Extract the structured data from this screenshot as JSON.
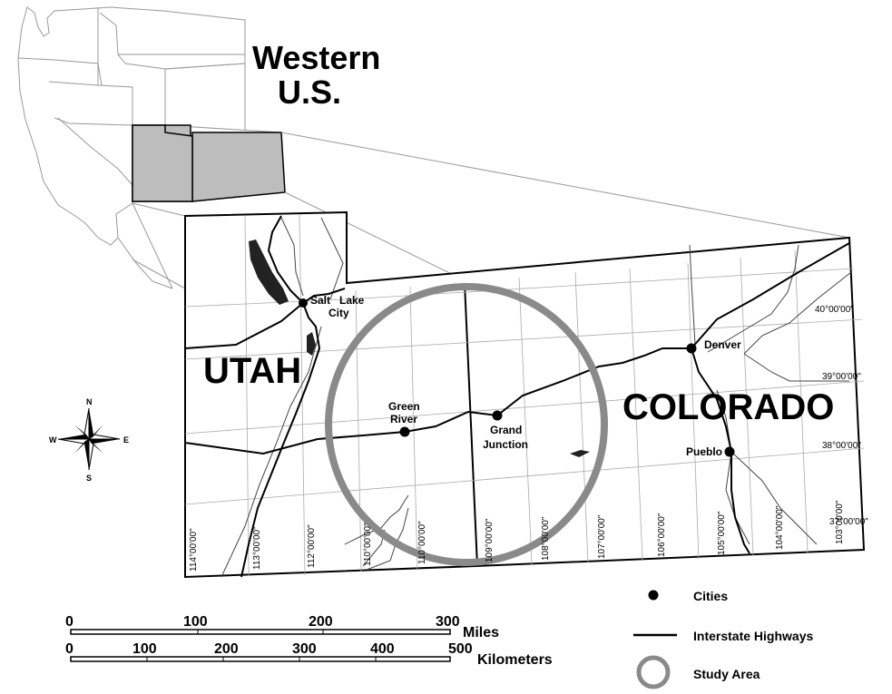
{
  "inset_title_line1": "Western",
  "inset_title_line2": "U.S.",
  "states": {
    "utah": "UTAH",
    "colorado": "COLORADO"
  },
  "cities": {
    "salt_lake_1": "Salt",
    "salt_lake_2": "Lake",
    "salt_lake_3": "City",
    "denver": "Denver",
    "green_river_1": "Green",
    "green_river_2": "River",
    "grand_junction_1": "Grand",
    "grand_junction_2": "Junction",
    "pueblo": "Pueblo"
  },
  "latitudes": [
    "40°00'00\"",
    "39°00'00\"",
    "38°00'00\"",
    "37°00'00\""
  ],
  "longitudes": [
    "114°00'00\"",
    "113°00'00\"",
    "112°00'00\"",
    "110°00'00\"",
    "110°00'00\"",
    "109°00'00\"",
    "108°00'00\"",
    "107°00'00\"",
    "106°00'00\"",
    "105°00'00\"",
    "104°00'00\"",
    "103°00'00\""
  ],
  "compass": {
    "n": "N",
    "s": "S",
    "e": "E",
    "w": "W"
  },
  "scale": {
    "miles_ticks": [
      "0",
      "100",
      "200",
      "300"
    ],
    "miles_unit": "Miles",
    "km_ticks": [
      "0",
      "100",
      "200",
      "300",
      "400",
      "500"
    ],
    "km_unit": "Kilometers"
  },
  "legend": {
    "cities": "Cities",
    "highways": "Interstate Highways",
    "study_area": "Study Area"
  },
  "colors": {
    "highlight_states": "#bdbdbd",
    "study_area_ring": "#8a8a8a",
    "lines": "#000000"
  }
}
